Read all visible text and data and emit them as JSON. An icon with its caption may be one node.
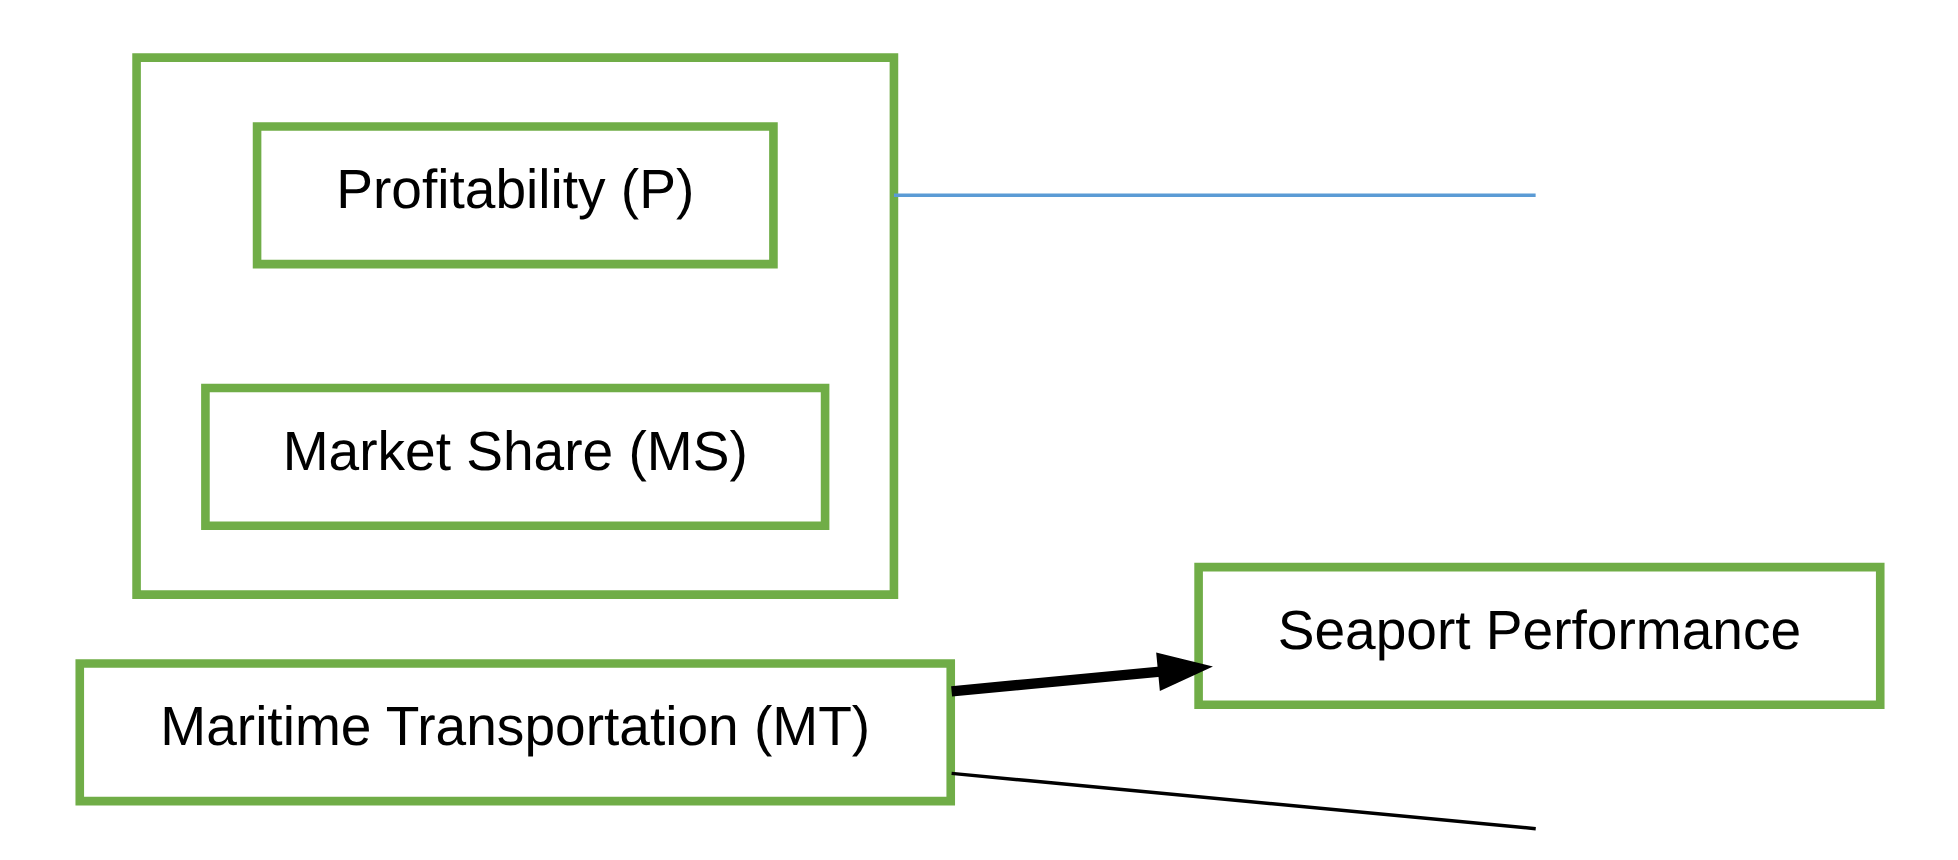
{
  "diagram": {
    "nodes": [
      {
        "text": [
          "Maritime Transportation (MT)"
        ]
      },
      {
        "text": [
          "Seaport Performance"
        ]
      },
      {
        "text": [],
        "shape": "box"
      },
      {
        "text": [
          "Profitability (P)"
        ],
        "in": 2
      },
      {
        "text": [
          "Market Share (MS)"
        ],
        "in": 2
      }
    ],
    "edges": [
      {
        "from": 0,
        "to": 1,
        "arrow": "to",
        "style": "thick"
      },
      {
        "from": 0,
        "to": null,
        "arrow": "none"
      },
      {
        "from": 2,
        "to": null,
        "arrow": "none",
        "color": "#5b9bd5"
      }
    ]
  }
}
